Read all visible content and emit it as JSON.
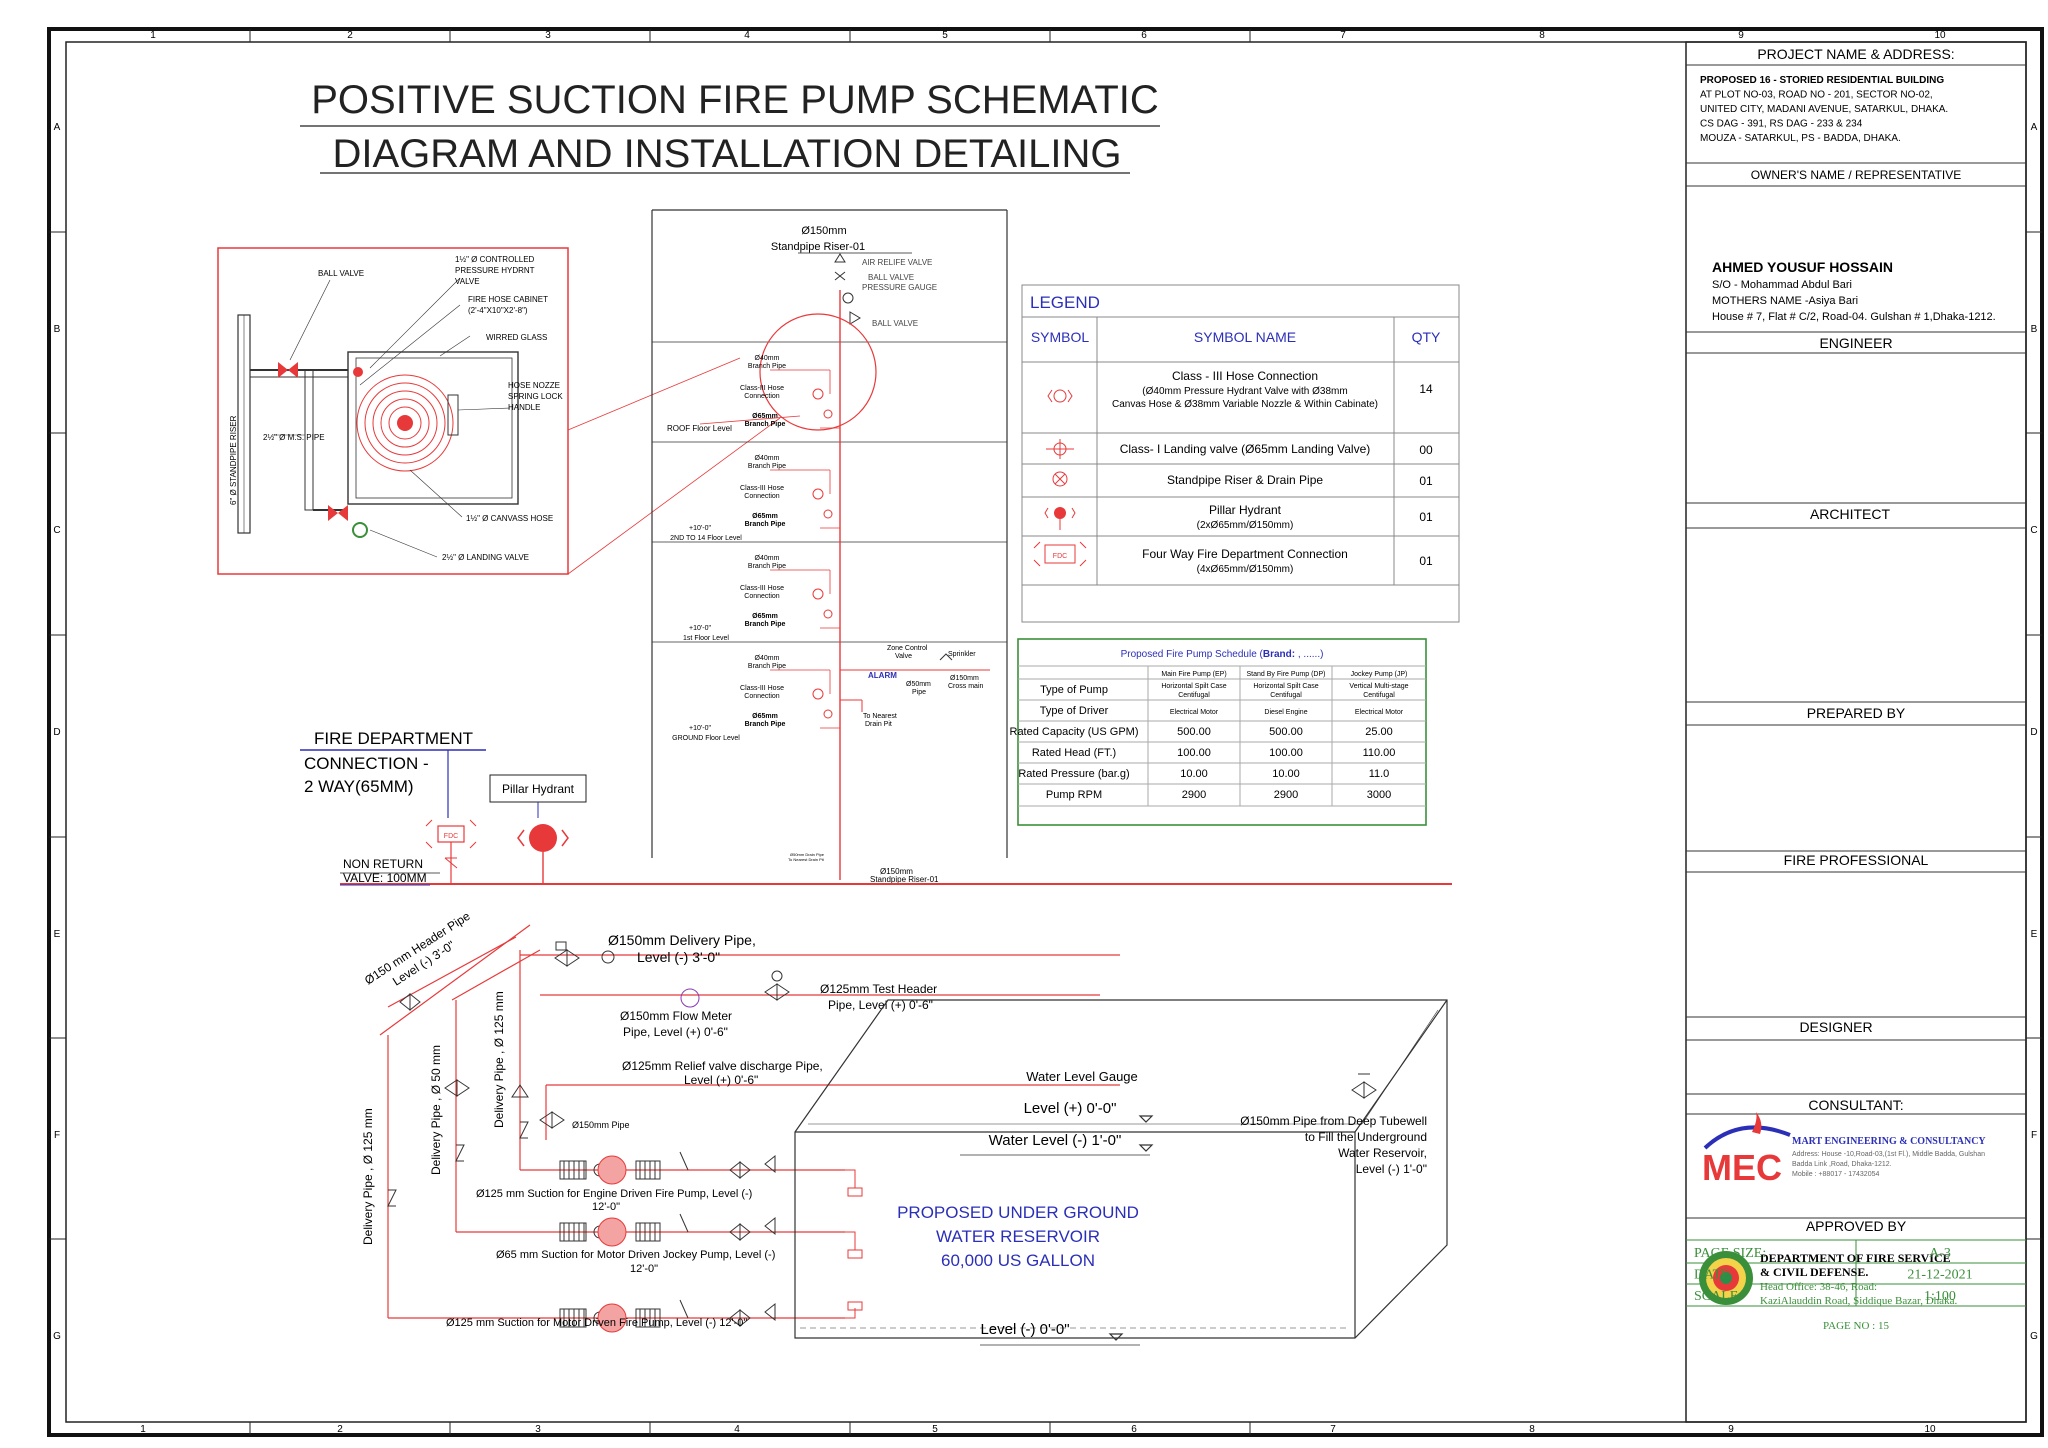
{
  "grid": {
    "cols": [
      "1",
      "2",
      "3",
      "4",
      "5",
      "6",
      "7",
      "8",
      "9",
      "10"
    ],
    "rows": [
      "A",
      "B",
      "C",
      "D",
      "E",
      "F",
      "G"
    ]
  },
  "title": {
    "line1": "POSITIVE SUCTION FIRE PUMP SCHEMATIC",
    "line2": "DIAGRAM AND INSTALLATION DETAILING"
  },
  "cabinet_detail": {
    "ball_valve": "BALL VALVE",
    "controlled_valve": [
      "1½\" Ø CONTROLLED",
      "PRESSURE HYDRNT",
      "VALVE"
    ],
    "fire_hose_cabinet": [
      "FIRE HOSE CABINET",
      "(2'-4\"X10\"X2'-8\")"
    ],
    "wired_glass": "WIRRED GLASS",
    "hose_nozzle": [
      "HOSE NOZZE",
      "SPRING LOCK",
      "HANDLE"
    ],
    "ms_pipe": "2½\" Ø M.S. PIPE",
    "standpipe_riser": "6\" Ø STANDPIPE RISER",
    "canvass_hose": "1½\" Ø CANVASS HOSE",
    "landing_valve": "2½\" Ø LANDING VALVE"
  },
  "riser": {
    "size": "Ø150mm",
    "name": "Standpipe Riser-01",
    "air_relief": "AIR RELIFE VALVE",
    "ball_valve": "BALL VALVE",
    "pressure_gauge": "PRESSURE GAUGE",
    "ball_valve2": "BALL VALVE",
    "floors": [
      {
        "label": "ROOF  Floor Level",
        "level": ""
      },
      {
        "label": "2ND TO 14 Floor Level",
        "level": "+10'-0\""
      },
      {
        "label": "1st Floor Level",
        "level": "+10'-0\""
      },
      {
        "label": "GROUND Floor Level",
        "level": "+10'-0\""
      }
    ],
    "branch_top": [
      "Ø40mm",
      "Branch Pipe"
    ],
    "hose_conn": [
      "Class-III Hose",
      "Connection"
    ],
    "branch_bottom": [
      "Ø65mm",
      "Branch Pipe"
    ],
    "zone_control": [
      "Zone Control",
      "Valve"
    ],
    "sprinkler": "Sprinkler",
    "cross_main": [
      "Ø150mm",
      "Cross main"
    ],
    "pipe50": [
      "Ø50mm",
      "Pipe"
    ],
    "drain": [
      "To Nearest",
      "Drain Pit"
    ],
    "bottom_note": "Ø150mm",
    "bottom_name": "Standpipe Riser-01",
    "tiny_note": [
      "Ø50mm Drain Pipe",
      "To Nearest Drain Pit"
    ]
  },
  "legend": {
    "title": "LEGEND",
    "headers": [
      "SYMBOL",
      "SYMBOL NAME",
      "QTY"
    ],
    "rows": [
      {
        "name": "Class - III Hose Connection",
        "sub": [
          "(Ø40mm Pressure Hydrant Valve with Ø38mm",
          "Canvas Hose & Ø38mm Variable Nozzle & Within Cabinate)"
        ],
        "qty": "14",
        "sym": "hose-connection-icon"
      },
      {
        "name": "Class- I Landing valve (Ø65mm Landing Valve)",
        "sub": [],
        "qty": "00",
        "sym": "landing-valve-icon"
      },
      {
        "name": "Standpipe Riser  & Drain Pipe",
        "sub": [],
        "qty": "01",
        "sym": "standpipe-icon"
      },
      {
        "name": "Pillar Hydrant",
        "sub": [
          "(2xØ65mm/Ø150mm)"
        ],
        "qty": "01",
        "sym": "pillar-hydrant-icon"
      },
      {
        "name": "Four Way Fire Department Connection",
        "sub": [
          "(4xØ65mm/Ø150mm)"
        ],
        "qty": "01",
        "sym": "fdc-icon"
      }
    ]
  },
  "schedule": {
    "title_prefix": "Proposed Fire Pump Schedule (",
    "title_brand": "Brand:",
    "title_suffix": " , ......)",
    "columns": [
      "Main Fire Pump (EP)",
      "Stand By Fire Pump (DP)",
      "Jockey Pump (JP)"
    ],
    "rows": [
      {
        "label": "Type of Pump",
        "values": [
          [
            "Horizontal Spilt Case",
            "Centifugal"
          ],
          [
            "Horizontal Spilt Case",
            "Centifugal"
          ],
          [
            "Vertical Multi-stage",
            "Centifugal"
          ]
        ],
        "small": true
      },
      {
        "label": "Type of Driver",
        "values": [
          [
            "Electrical Motor"
          ],
          [
            "Diesel Engine"
          ],
          [
            "Electrical Motor"
          ]
        ],
        "small": true
      },
      {
        "label": "Rated Capacity (US GPM)",
        "values": [
          [
            "500.00"
          ],
          [
            "500.00"
          ],
          [
            "25.00"
          ]
        ],
        "small": false
      },
      {
        "label": "Rated Head (FT.)",
        "values": [
          [
            "100.00"
          ],
          [
            "100.00"
          ],
          [
            "110.00"
          ]
        ],
        "small": false
      },
      {
        "label": "Rated Pressure (bar.g)",
        "values": [
          [
            "10.00"
          ],
          [
            "10.00"
          ],
          [
            "11.0"
          ]
        ],
        "small": false
      },
      {
        "label": "Pump RPM",
        "values": [
          [
            "2900"
          ],
          [
            "2900"
          ],
          [
            "3000"
          ]
        ],
        "small": false
      }
    ]
  },
  "fdc": {
    "title": "FIRE DEPARTMENT",
    "conn1": "CONNECTION -",
    "conn2": "2 WAY(65MM)",
    "pillar": "Pillar Hydrant",
    "nrv1": "NON RETURN",
    "nrv2": "VALVE: 100MM",
    "fdc_tag": "FDC"
  },
  "pump_room": {
    "header_pipe": [
      "Ø150 mm Header Pipe",
      "Level (-) 3'-0\""
    ],
    "delivery_pipe": [
      "Ø150mm Delivery Pipe,",
      "Level (-) 3'-0\""
    ],
    "flow_meter": [
      "Ø150mm Flow Meter",
      "Pipe, Level (+) 0'-6\""
    ],
    "test_header": [
      "Ø125mm Test Header",
      "Pipe, Level (+) 0'-6\""
    ],
    "relief": [
      "Ø125mm Relief valve discharge Pipe,",
      "Level (+) 0'-6\""
    ],
    "delivery_125_a": "Delivery Pipe , Ø 125 mm",
    "delivery_50": "Delivery Pipe , Ø 50 mm",
    "delivery_125_b": "Delivery Pipe , Ø 125 mm",
    "pipe150": "Ø150mm Pipe",
    "suction1": [
      "Ø125 mm Suction for Engine Driven Fire Pump,  Level (-)",
      "12'-0\""
    ],
    "suction2": [
      "Ø65 mm Suction for Motor Driven Jockey Pump, Level (-)",
      "12'-0\""
    ],
    "suction3": "Ø125 mm Suction for Motor Driven Fire Pump, Level (-) 12'-0\"",
    "tubewell": [
      "Ø150mm Pipe from Deep Tubewell",
      "to Fill the Underground",
      "Water Reservoir,",
      "Level (-) 1'-0\""
    ],
    "gauge": "Water Level Gauge",
    "lvl_top": "Level (+) 0'-0\"",
    "lvl_water": "Water Level (-) 1'-0\"",
    "lvl_bottom": "Level (-) 0'-0\"",
    "reservoir": [
      "PROPOSED  UNDER GROUND",
      "WATER RESERVOIR",
      "60,000 US GALLON"
    ]
  },
  "titleblock": {
    "project_head": "PROJECT NAME & ADDRESS:",
    "project_lines": [
      "PROPOSED 16 - STORIED RESIDENTIAL BUILDING",
      "AT PLOT NO-03, ROAD NO - 201, SECTOR NO-02,",
      "UNITED CITY, MADANI AVENUE, SATARKUL, DHAKA.",
      "CS DAG - 391, RS DAG - 233 & 234",
      "MOUZA - SATARKUL, PS - BADDA, DHAKA."
    ],
    "owner_head": "OWNER'S NAME / REPRESENTATIVE",
    "owner_name": "AHMED YOUSUF HOSSAIN",
    "owner_lines": [
      "S/O - Mohammad Abdul Bari",
      "MOTHERS NAME -Asiya Bari",
      "House # 7, Flat # C/2, Road-04. Gulshan # 1,Dhaka-1212."
    ],
    "engineer": "ENGINEER",
    "architect": "ARCHITECT",
    "prepared": "PREPARED BY",
    "fire_prof": "FIRE PROFESSIONAL",
    "designer": "DESIGNER",
    "consultant": "CONSULTANT:",
    "mec_logo": "MEC",
    "mec_name": "MART ENGINEERING  & CONSULTANCY",
    "mec_lines": [
      "Address: House -10,Road-03,(1st Fl.), Middle Badda, Gulshan",
      "Badda Link ,Road, Dhaka-1212.",
      "Mobile : +88017 - 17432054"
    ],
    "approved": "APPROVED BY",
    "dept_lines": [
      "DEPARTMENT OF FIRE SERVICE",
      "& CIVIL DEFENSE."
    ],
    "dept_office": [
      "Head Office: 38-46, Road:",
      "KaziAlauddin Road, Siddique Bazar, Dhaka."
    ],
    "page_no": "PAGE NO : 15",
    "meta": [
      {
        "k": "PAGE SIZE:",
        "v": "A-3"
      },
      {
        "k": "DATE",
        "v": "21-12-2021"
      },
      {
        "k": "SCALE",
        "v": "1:100"
      }
    ]
  },
  "colors": {
    "red": "#e8393a",
    "blue": "#2b2fb8",
    "green": "#3a8f3a",
    "line": "#333333"
  }
}
